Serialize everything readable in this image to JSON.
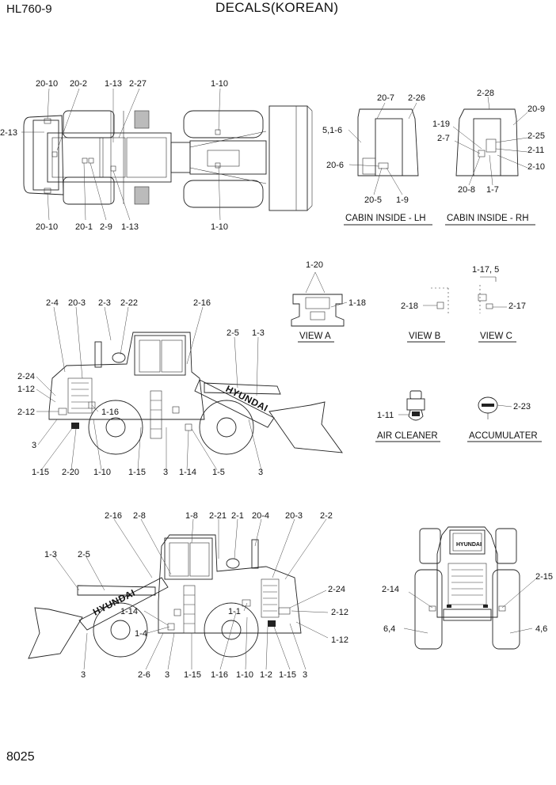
{
  "header": {
    "model": "HL760-9",
    "title": "DECALS(KOREAN)"
  },
  "footer": {
    "page_number": "8025"
  },
  "brand_text": "HYUNDAI",
  "top_view": {
    "callouts": [
      "20-10",
      "20-2",
      "1-13",
      "2-27",
      "1-10",
      "2-13",
      "20-10",
      "20-1",
      "2-9",
      "1-13",
      "1-10"
    ]
  },
  "cabin_lh": {
    "caption": "CABIN INSIDE - LH",
    "callouts": [
      "20-7",
      "2-26",
      "5,1-6",
      "20-6",
      "20-5",
      "1-9"
    ]
  },
  "cabin_rh": {
    "caption": "CABIN INSIDE - RH",
    "callouts": [
      "2-28",
      "20-9",
      "1-19",
      "2-25",
      "2-7",
      "2-11",
      "2-10",
      "20-8",
      "1-7"
    ]
  },
  "view_a": {
    "caption": "VIEW A",
    "callouts": [
      "1-20",
      "1-18"
    ]
  },
  "view_b": {
    "caption": "VIEW B",
    "callouts": [
      "2-18"
    ]
  },
  "view_c": {
    "caption": "VIEW C",
    "callouts": [
      "1-17, 5",
      "2-17"
    ]
  },
  "air_cleaner": {
    "caption": "AIR CLEANER",
    "callouts": [
      "1-11"
    ]
  },
  "accumulator": {
    "caption": "ACCUMULATER",
    "callouts": [
      "2-23"
    ]
  },
  "left_side": {
    "callouts": [
      "2-4",
      "20-3",
      "2-3",
      "2-22",
      "2-16",
      "2-5",
      "1-3",
      "2-24",
      "1-12",
      "2-12",
      "1-16",
      "3",
      "1-15",
      "2-20",
      "1-10",
      "1-15",
      "3",
      "1-14",
      "1-5",
      "3"
    ]
  },
  "right_side": {
    "callouts": [
      "2-16",
      "2-8",
      "1-8",
      "2-21",
      "2-1",
      "20-4",
      "20-3",
      "2-2",
      "1-3",
      "2-5",
      "2-24",
      "1-14",
      "2-12",
      "1-4",
      "1-1",
      "1-12",
      "3",
      "2-6",
      "3",
      "1-15",
      "1-16",
      "1-10",
      "1-2",
      "1-15",
      "3"
    ]
  },
  "rear_view": {
    "callouts": [
      "2-14",
      "2-15",
      "6,4",
      "4,6"
    ]
  }
}
